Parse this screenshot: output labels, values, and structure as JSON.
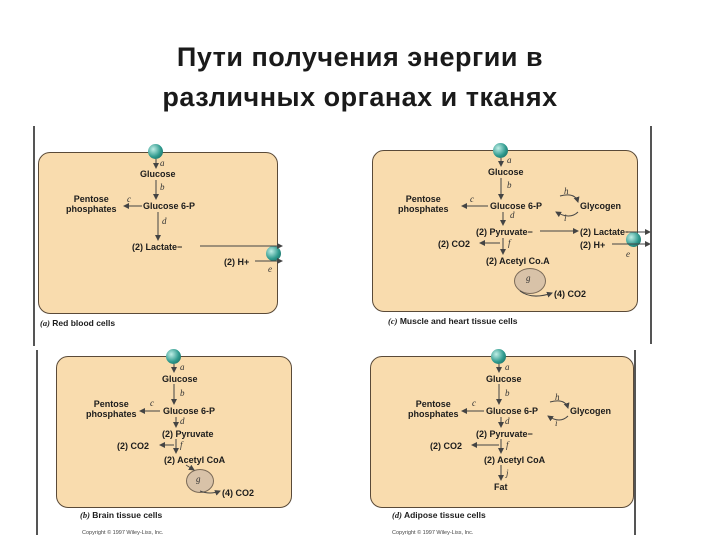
{
  "title": {
    "line1": "Пути получения энергии в",
    "line2": "различных органах и тканях"
  },
  "panels": {
    "a": {
      "caption_letter": "(a)",
      "caption": "Red blood cells",
      "glucose": "Glucose",
      "pentose": "Pentose\nphosphates",
      "g6p": "Glucose 6-P",
      "lactate": "(2) Lactate−",
      "hplus": "(2) H+",
      "step_a": "a",
      "step_b": "b",
      "step_c": "c",
      "step_d": "d",
      "step_e": "e"
    },
    "c": {
      "caption_letter": "(c)",
      "caption": "Muscle and heart tissue cells",
      "glucose": "Glucose",
      "pentose": "Pentose\nphosphates",
      "g6p": "Glucose 6-P",
      "glycogen": "Glycogen",
      "pyruvate": "(2) Pyruvate−",
      "lactate": "(2) Lactate−",
      "co2": "(2) CO2",
      "hplus": "(2) H+",
      "acetyl": "(2) Acetyl Co.A",
      "co2_out": "(4) CO2",
      "step_a": "a",
      "step_b": "b",
      "step_c": "c",
      "step_d": "d",
      "step_e": "e",
      "step_f": "f",
      "step_g": "g",
      "step_h": "h",
      "step_i": "i"
    },
    "b": {
      "caption_letter": "(b)",
      "caption": "Brain tissue cells",
      "glucose": "Glucose",
      "pentose": "Pentose\nphosphates",
      "g6p": "Glucose 6-P",
      "pyruvate": "(2) Pyruvate",
      "co2": "(2) CO2",
      "acetyl": "(2) Acetyl CoA",
      "co2_out": "(4) CO2",
      "step_a": "a",
      "step_b": "b",
      "step_c": "c",
      "step_d": "d",
      "step_f": "f",
      "step_g": "g",
      "copyright": "Copyright © 1997 Wiley-Liss, Inc."
    },
    "d": {
      "caption_letter": "(d)",
      "caption": "Adipose tissue cells",
      "glucose": "Glucose",
      "pentose": "Pentose\nphosphates",
      "g6p": "Glucose 6-P",
      "glycogen": "Glycogen",
      "pyruvate": "(2) Pyruvate−",
      "co2": "(2) CO2",
      "acetyl": "(2) Acetyl CoA",
      "fat": "Fat",
      "step_a": "a",
      "step_b": "b",
      "step_c": "c",
      "step_d": "d",
      "step_f": "f",
      "step_h": "h",
      "step_i": "i",
      "step_j": "j",
      "copyright": "Copyright © 1997 Wiley-Liss, Inc."
    }
  },
  "colors": {
    "panel_fill": "#f9dcae",
    "transporter": "#2f9a8e",
    "arrow": "#444444"
  }
}
